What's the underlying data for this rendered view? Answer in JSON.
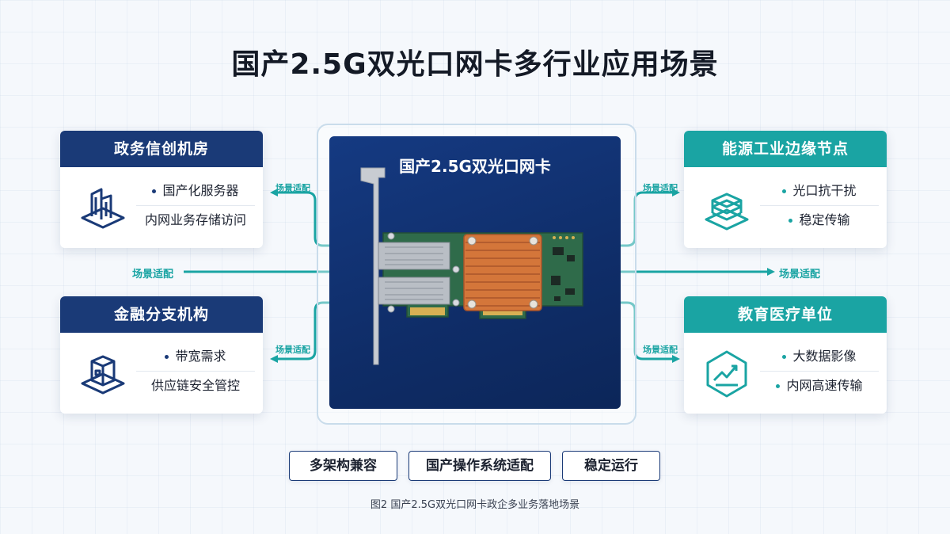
{
  "title": "国产2.5G双光口网卡多行业应用场景",
  "center": {
    "title": "国产2.5G双光口网卡"
  },
  "cards": {
    "gov": {
      "title": "政务信创机房",
      "items": [
        "国产化服务器",
        "内网业务存储访问"
      ],
      "icon": "building-icon"
    },
    "fin": {
      "title": "金融分支机构",
      "items": [
        "带宽需求",
        "供应链安全管控"
      ],
      "icon": "server-cube-icon"
    },
    "energy": {
      "title": "能源工业边缘节点",
      "items": [
        "光口抗干扰",
        "稳定传输"
      ],
      "icon": "stacked-layers-icon"
    },
    "edu": {
      "title": "教育医疗单位",
      "items": [
        "大数据影像",
        "内网高速传输"
      ],
      "icon": "chart-hexagon-icon"
    }
  },
  "arrows": {
    "top_left": "场景适配",
    "bottom_left": "场景适配",
    "middle_left": "场景适配",
    "top_right": "场景适配",
    "bottom_right": "场景适配",
    "middle_right": "场景适配"
  },
  "tags": [
    "多架构兼容",
    "国产操作系统适配",
    "稳定运行"
  ],
  "caption": "图2 国产2.5G双光口网卡政企多业务落地场景",
  "colors": {
    "navy": "#1a3a77",
    "teal": "#1aa4a3",
    "panel": "#0f2d68",
    "heatsink": "#d4763a"
  }
}
